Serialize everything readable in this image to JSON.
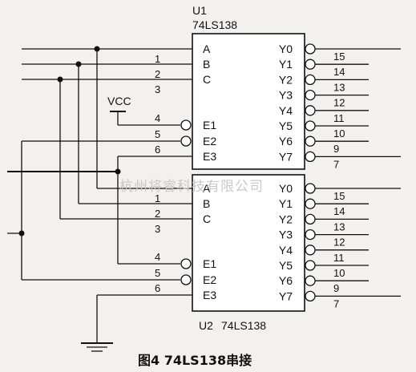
{
  "u1": {
    "ref": "U1",
    "part": "74LS138",
    "inputs": [
      "A",
      "B",
      "C"
    ],
    "enables": [
      "E1",
      "E2",
      "E3"
    ],
    "outputs": [
      "Y0",
      "Y1",
      "Y2",
      "Y3",
      "Y4",
      "Y5",
      "Y6",
      "Y7"
    ],
    "input_pins": [
      "1",
      "2",
      "3"
    ],
    "enable_pins": [
      "4",
      "5",
      "6"
    ],
    "output_pins": [
      "15",
      "14",
      "13",
      "12",
      "11",
      "10",
      "9",
      "7"
    ]
  },
  "u2": {
    "ref": "U2",
    "part": "74LS138",
    "inputs": [
      "A",
      "B",
      "C"
    ],
    "enables": [
      "E1",
      "E2",
      "E3"
    ],
    "outputs": [
      "Y0",
      "Y1",
      "Y2",
      "Y3",
      "Y4",
      "Y5",
      "Y6",
      "Y7"
    ],
    "input_pins": [
      "1",
      "2",
      "3"
    ],
    "enable_pins": [
      "4",
      "5",
      "6"
    ],
    "output_pins": [
      "15",
      "14",
      "13",
      "12",
      "11",
      "10",
      "9",
      "7"
    ]
  },
  "vcc_label": "VCC",
  "watermark": "杭州将睿科技有限公司",
  "caption": "图4  74LS138串接"
}
